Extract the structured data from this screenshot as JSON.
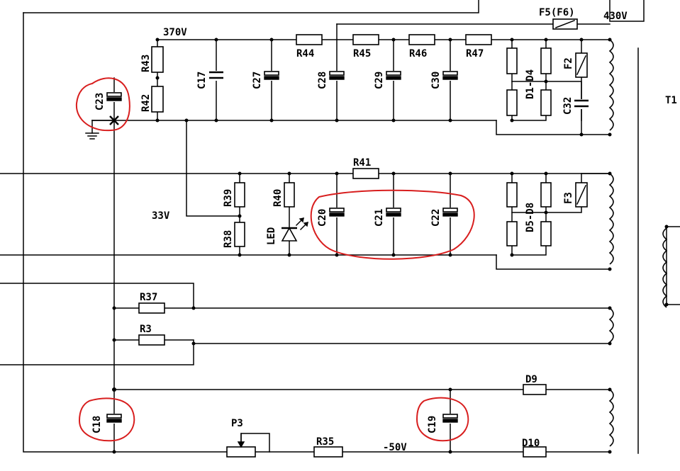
{
  "labels": {
    "v370": "370V",
    "v430": "430V",
    "v33": "33V",
    "v50": "-50V",
    "f5": "F5(F6)",
    "f2": "F2",
    "f3": "F3",
    "t1": "T1",
    "r43": "R43",
    "r42": "R42",
    "c23": "C23",
    "c17": "C17",
    "c27": "C27",
    "r44": "R44",
    "r45": "R45",
    "r46": "R46",
    "r47": "R47",
    "c28": "C28",
    "c29": "C29",
    "c30": "C30",
    "d1d4": "D1-D4",
    "c32": "C32",
    "r41": "R41",
    "r39": "R39",
    "r38": "R38",
    "r40": "R40",
    "led": "LED",
    "c20": "C20",
    "c21": "C21",
    "c22": "C22",
    "d5d8": "D5-D8",
    "r37": "R37",
    "r3": "R3",
    "c18": "C18",
    "p3": "P3",
    "r35": "R35",
    "c19": "C19",
    "d9": "D9",
    "d10": "D10"
  },
  "colors": {
    "wire": "#000000",
    "annotation": "#d81e1e",
    "background": "#ffffff"
  }
}
